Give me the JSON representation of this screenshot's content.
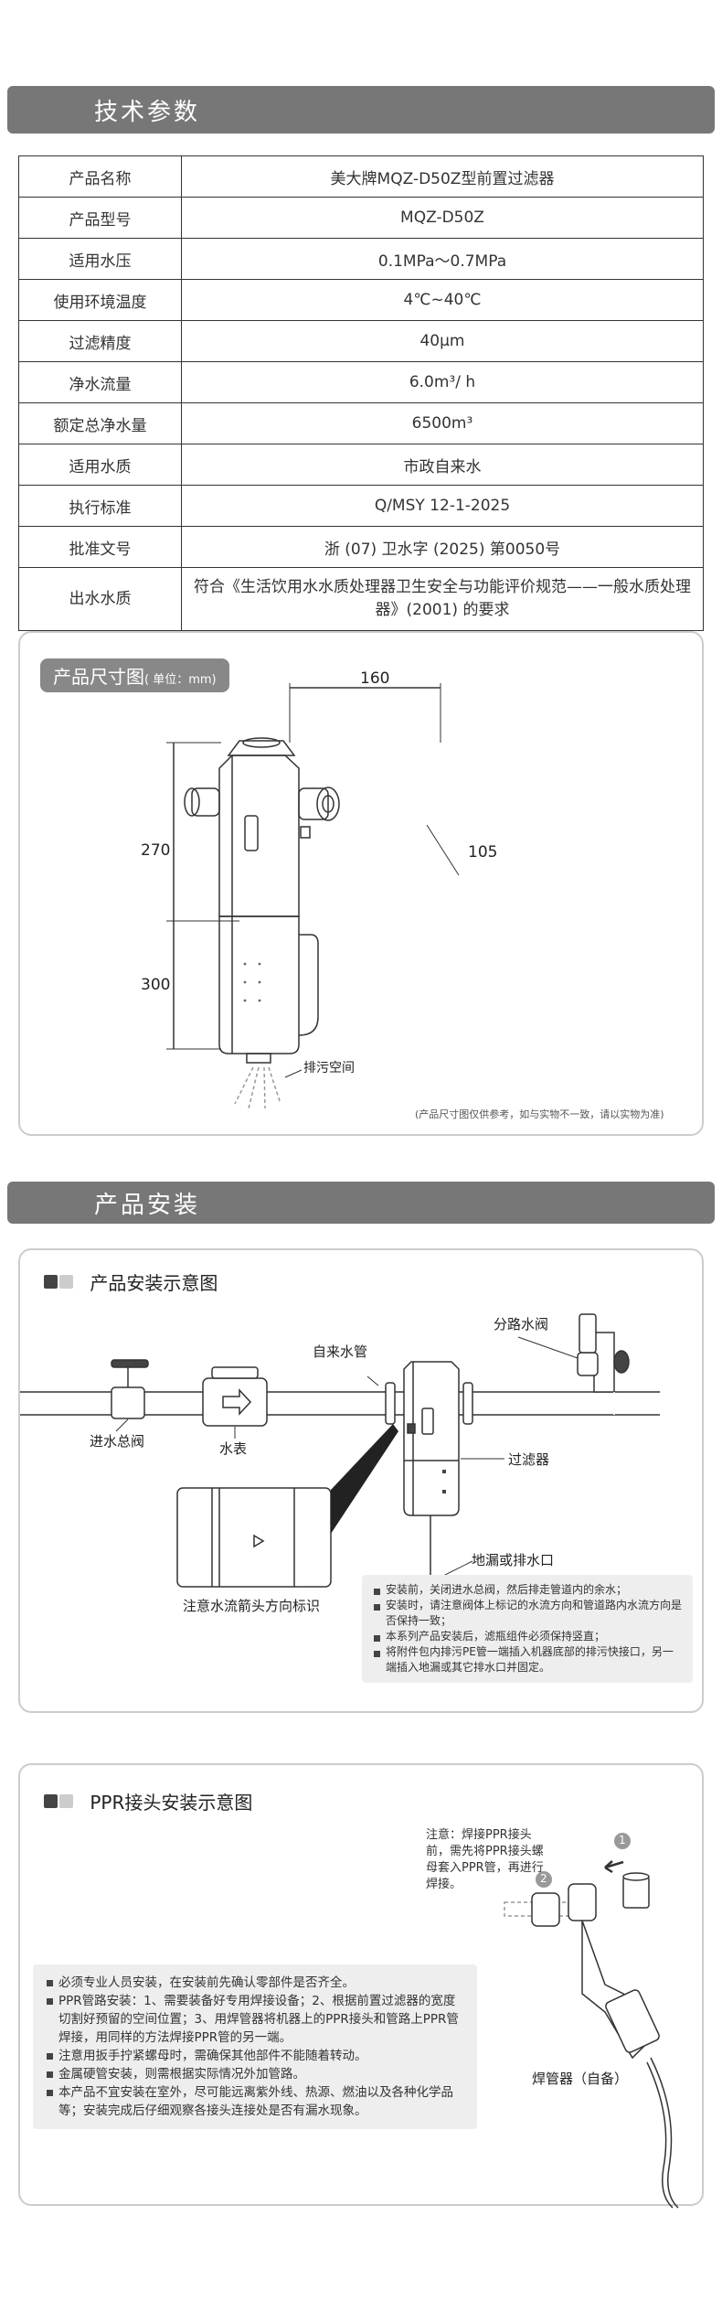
{
  "section1": {
    "title": "技术参数"
  },
  "specs": [
    {
      "label": "产品名称",
      "value": "美大牌MQZ-D50Z型前置过滤器"
    },
    {
      "label": "产品型号",
      "value": "MQZ-D50Z"
    },
    {
      "label": "适用水压",
      "value": "0.1MPa～0.7MPa"
    },
    {
      "label": "使用环境温度",
      "value": "4℃~40℃"
    },
    {
      "label": "过滤精度",
      "value": "40μm"
    },
    {
      "label": "净水流量",
      "value": "6.0m³/ h"
    },
    {
      "label": "额定总净水量",
      "value": "6500m³"
    },
    {
      "label": "适用水质",
      "value": "市政自来水"
    },
    {
      "label": "执行标准",
      "value": "Q/MSY 12-1-2025"
    },
    {
      "label": "批准文号",
      "value": "浙 (07) 卫水字 (2025) 第0050号"
    },
    {
      "label": "出水水质",
      "value": "符合《生活饮用水水质处理器卫生安全与功能评价规范——一般水质处理器》(2001) 的要求"
    }
  ],
  "dimension": {
    "title": "产品尺寸图",
    "unit": "( 单位：mm)",
    "width": "160",
    "height": "270",
    "depth": "105",
    "clearance": "300",
    "drain_label": "排污空间",
    "note": "(产品尺寸图仅供参考，如与实物不一致，请以实物为准)"
  },
  "section2": {
    "title": "产品安装"
  },
  "install": {
    "title": "产品安装示意图",
    "labels": {
      "tap_water_pipe": "自来水管",
      "branch_valve": "分路水阀",
      "main_valve": "进水总阀",
      "water_meter": "水表",
      "filter": "过滤器",
      "floor_drain": "地漏或排水口",
      "arrow_note": "注意水流箭头方向标识"
    },
    "notes": [
      "安装前，关闭进水总阀，然后排走管道内的余水；",
      "安装时，请注意阀体上标记的水流方向和管道路内水流方向是否保持一致；",
      "本系列产品安装后，滤瓶组件必须保持竖直；",
      "将附件包内排污PE管一端插入机器底部的排污快接口，另一端插入地漏或其它排水口并固定。"
    ]
  },
  "ppr": {
    "title": "PPR接头安装示意图",
    "note": "注意：焊接PPR接头前，需先将PPR接头螺母套入PPR管，再进行焊接。",
    "step1": "1",
    "step2": "2",
    "welder_label": "焊管器（自备）",
    "notes": [
      "必须专业人员安装，在安装前先确认零部件是否齐全。",
      "PPR管路安装：1、需要装备好专用焊接设备；2、根据前置过滤器的宽度切割好预留的空间位置；3、用焊管器将机器上的PPR接头和管路上PPR管焊接，用同样的方法焊接PPR管的另一端。",
      "注意用扳手拧紧螺母时，需确保其他部件不能随着转动。",
      "金属硬管安装，则需根据实际情况外加管路。",
      "本产品不宜安装在室外，尽可能远离紫外线、热源、燃油以及各种化学品等；安装完成后仔细观察各接头连接处是否有漏水现象。"
    ]
  }
}
